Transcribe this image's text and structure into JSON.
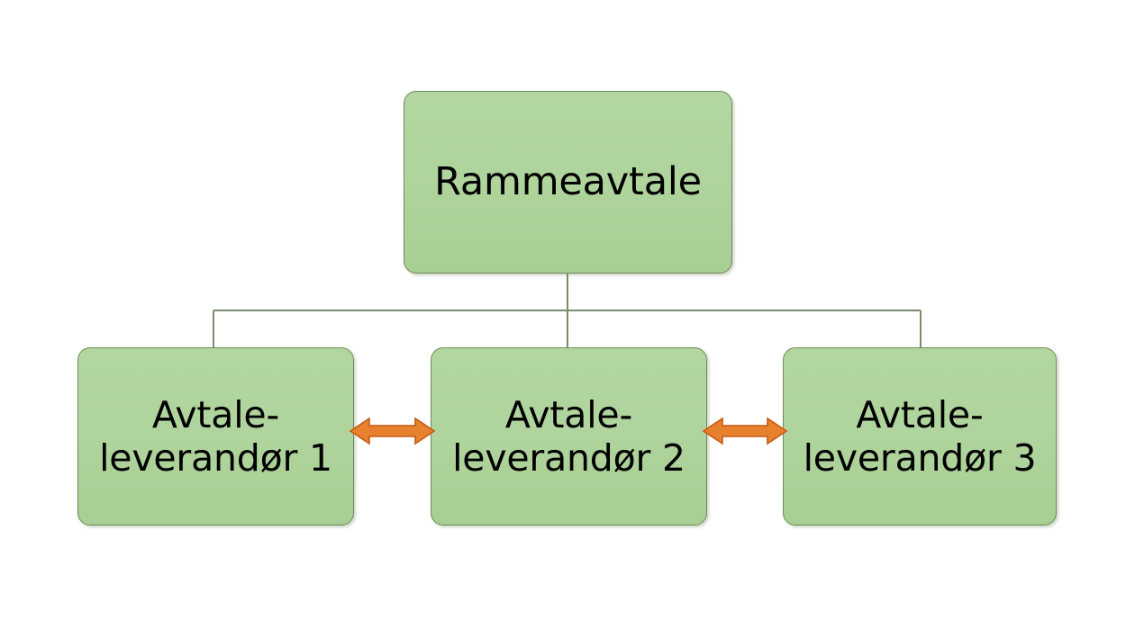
{
  "diagram": {
    "type": "hierarchy-tree",
    "title_text": "Rammeavtale",
    "background_color": "#FFFFFF",
    "node_fill_top": "#B3D6A0",
    "node_fill_bottom": "#A8CF93",
    "node_border_color": "#6F8C5A",
    "connector_color": "#7A8C6E",
    "arrow_fill_color": "#E8812E",
    "arrow_border_color": "#C55A11",
    "text_color": "#000000"
  },
  "nodes": {
    "root": {
      "label": "Rammeavtale"
    },
    "children": [
      {
        "label": "Avtale-\nleverandør 1"
      },
      {
        "label": "Avtale-\nleverandør 2"
      },
      {
        "label": "Avtale-\nleverandør 3"
      }
    ]
  },
  "connectors": {
    "tree": {
      "from": "root",
      "to": [
        "child-1",
        "child-2",
        "child-3"
      ],
      "style": "orthogonal-elbow"
    },
    "arrows": [
      {
        "name": "arrow-child-1-child-2",
        "from": "child-1",
        "to": "child-2",
        "style": "double-headed"
      },
      {
        "name": "arrow-child-2-child-3",
        "from": "child-2",
        "to": "child-3",
        "style": "double-headed"
      }
    ]
  }
}
